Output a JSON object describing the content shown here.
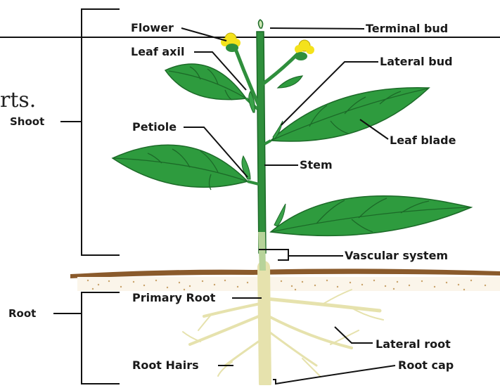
{
  "partial_heading": "rts.",
  "labels": {
    "shoot": "Shoot",
    "root": "Root",
    "flower": "Flower",
    "terminal_bud": "Terminal bud",
    "leaf_axil": "Leaf axil",
    "lateral_bud": "Lateral bud",
    "petiole": "Petiole",
    "leaf_blade": "Leaf blade",
    "stem": "Stem",
    "vascular_system": "Vascular system",
    "primary_root": "Primary Root",
    "lateral_root": "Lateral root",
    "root_hairs": "Root Hairs",
    "root_cap": "Root cap"
  },
  "colors": {
    "leaf": "#2e9b3e",
    "leaf_vein": "#1c6a28",
    "stem": "#2f8f3c",
    "flower": "#f4e21b",
    "soil": "#8a5a2b",
    "soil_dots": "#c9a36b",
    "root": "#e8e4b0",
    "line": "#111111"
  }
}
